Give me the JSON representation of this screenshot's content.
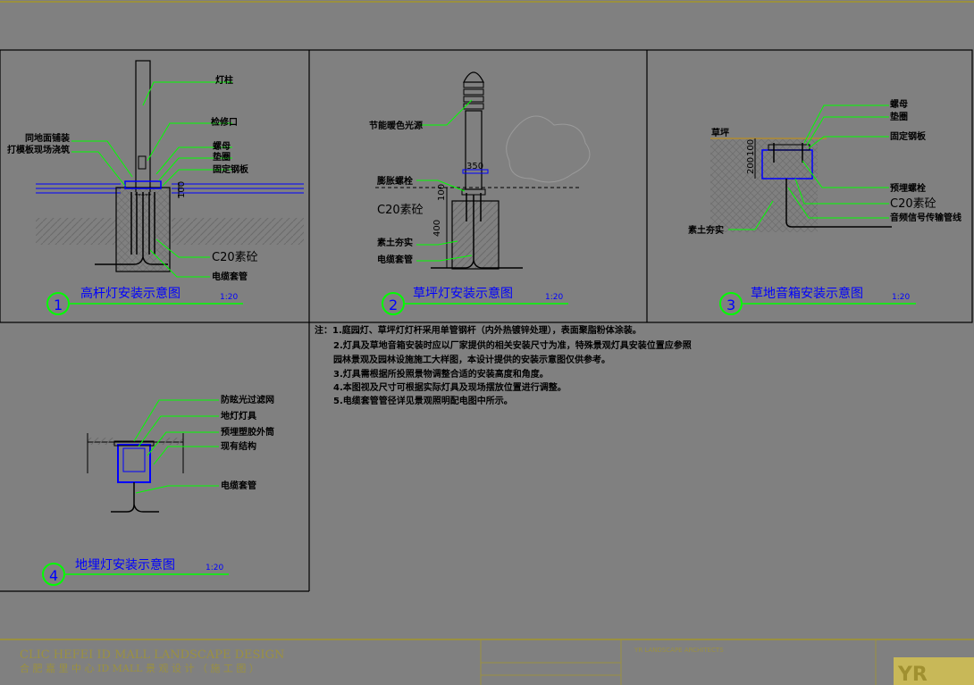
{
  "panels": [
    {
      "number": "1",
      "title": "高杆灯安装示意图",
      "scale": "1:20",
      "labels": [
        "灯柱",
        "检修口",
        "同地面铺装",
        "打模板现场浇筑",
        "螺母",
        "垫圈",
        "固定钢板",
        "C20素砼",
        "电缆套管"
      ],
      "dims": [
        "100"
      ]
    },
    {
      "number": "2",
      "title": "草坪灯安装示意图",
      "scale": "1:20",
      "labels": [
        "节能暖色光源",
        "膨胀螺栓",
        "C20素砼",
        "素土夯实",
        "电缆套管"
      ],
      "dims": [
        "350",
        "100",
        "400"
      ]
    },
    {
      "number": "3",
      "title": "草地音箱安装示意图",
      "scale": "1:20",
      "labels": [
        "草坪",
        "螺母",
        "垫圈",
        "固定钢板",
        "预埋螺栓",
        "C20素砼",
        "音频信号传输管线",
        "素土夯实"
      ],
      "dims": [
        "100",
        "200"
      ]
    },
    {
      "number": "4",
      "title": "地埋灯安装示意图",
      "scale": "1:20",
      "labels": [
        "防眩光过滤网",
        "地灯灯具",
        "预埋塑胶外筒",
        "现有结构",
        "电缆套管"
      ]
    }
  ],
  "notes": [
    "注：1.庭园灯、草坪灯灯杆采用单管钢杆（内外热镀锌处理），表面聚脂粉体涂装。",
    "2.灯具及草地音箱安装时应以厂家提供的相关安装尺寸为准，特殊景观灯具安装位置应参照",
    "园林景观及园林设施施工大样图，本设计提供的安装示意图仅供参考。",
    "3.灯具需根据所投照景物调整合适的安装高度和角度。",
    "4.本图视及尺寸可根据实际灯具及现场摆放位置进行调整。",
    "5.电缆套管管径详见景观照明配电图中所示。"
  ],
  "title_block": {
    "project_en": "CLIC HEFEI ID MALL LANDSCAPE DESIGN",
    "project_cn": "合 肥 嘉 里 中 心 ID MALL 景 观 设 计 （ 施 工 图 ）",
    "firm": "YR LANDSCAPE ARCHITECTS",
    "logo": "YR"
  },
  "colors": {
    "background": "#808080",
    "frame": "#000000",
    "leader": "#00ff00",
    "title": "#0000ff",
    "titleblock": "#9a9040"
  }
}
